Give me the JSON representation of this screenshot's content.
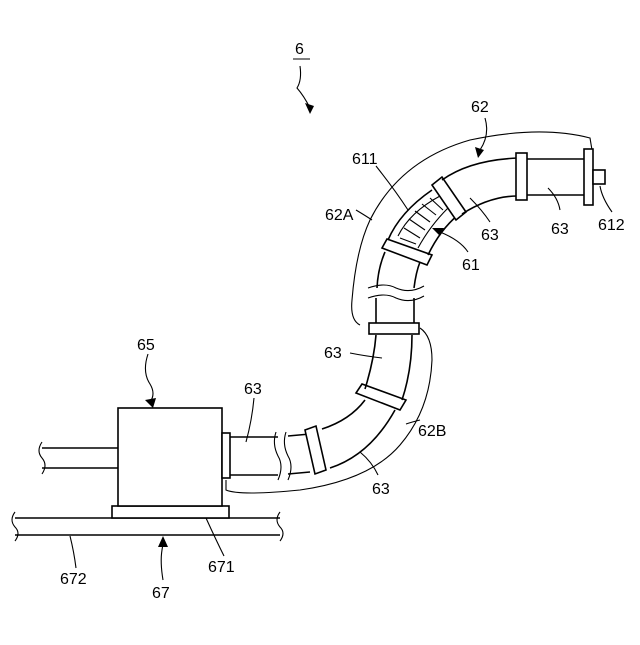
{
  "figure_label": "6",
  "labels": {
    "l62": "62",
    "l611": "611",
    "l62A": "62A",
    "l63_top_a": "63",
    "l63_top_b": "63",
    "l612": "612",
    "l61": "61",
    "l65": "65",
    "l63_left": "63",
    "l63_mid": "63",
    "l62B": "62B",
    "l63_bottom": "63",
    "l671": "671",
    "l672": "672",
    "l67": "67"
  }
}
